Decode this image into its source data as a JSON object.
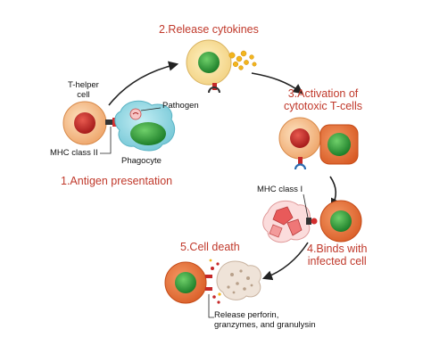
{
  "steps": {
    "s1": "1.Antigen presentation",
    "s2": "2.Release cytokines",
    "s3_line1": "3.Activation of",
    "s3_line2": "cytotoxic T-cells",
    "s4_line1": "4.Binds with",
    "s4_line2": "infected cell",
    "s5": "5.Cell death"
  },
  "labels": {
    "t_helper_line1": "T-helper",
    "t_helper_line2": "cell",
    "pathogen": "Pathogen",
    "mhc_class_ii": "MHC class II",
    "phagocyte": "Phagocyte",
    "mhc_class_i": "MHC class I",
    "release_line1": "Release perforin,",
    "release_line2": "granzymes, and granulysin"
  },
  "colors": {
    "step_text": "#c0392b",
    "arrow": "#222222",
    "t_helper_cytoplasm": "#f6c08a",
    "t_helper_nucleus": "#c62828",
    "cytotoxic_cytoplasm": "#e8733c",
    "cytotoxic_nucleus": "#2e9e3a",
    "phagocyte": "#8fd3df",
    "infected_cell": "#f4b8b8"
  }
}
